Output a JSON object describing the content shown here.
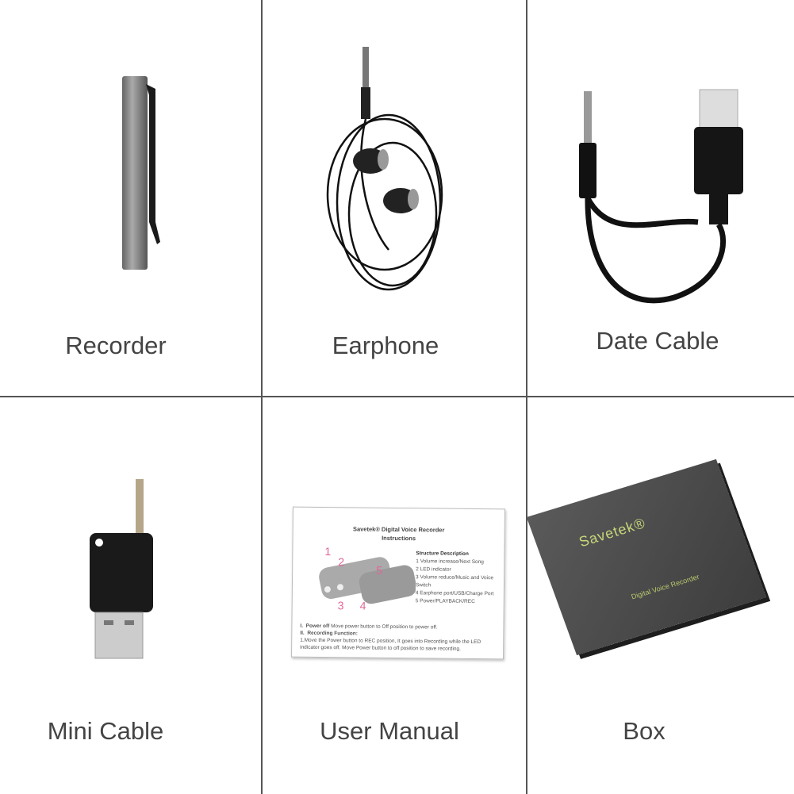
{
  "items": [
    {
      "label": "Recorder"
    },
    {
      "label": "Earphone"
    },
    {
      "label": "Date Cable"
    },
    {
      "label": "Mini Cable"
    },
    {
      "label": "User Manual"
    },
    {
      "label": "Box"
    }
  ],
  "manual": {
    "title": "Savetek® Digital Voice Recorder",
    "subtitle": "Instructions",
    "numbers": [
      "1",
      "2",
      "3",
      "4",
      "5"
    ],
    "structure_title": "Structure Description",
    "structure": [
      "1 Volume increase/Next Song",
      "2 LED indicator",
      "3 Volume reduce/Music and Voice Switch",
      "4 Earphone port/USB/Charge Port",
      "5 Power/PLAYBACK/REC"
    ],
    "power_off_num": "I.",
    "power_off_title": "Power off",
    "power_off_text": "Move power button to Off position to power off.",
    "recording_num": "II.",
    "recording_title": "Recording Function:",
    "recording_text": "1.Move the Power button to REC position, It goes into Recording while the LED indicator goes off. Move Power button to off position to save recording."
  },
  "box": {
    "brand": "Savetek®",
    "subtitle": "Digital Voice Recorder"
  },
  "colors": {
    "grid": "#555555",
    "label": "#444444",
    "box_text": "#c9d77a",
    "manual_numbers": "#e0679a"
  }
}
